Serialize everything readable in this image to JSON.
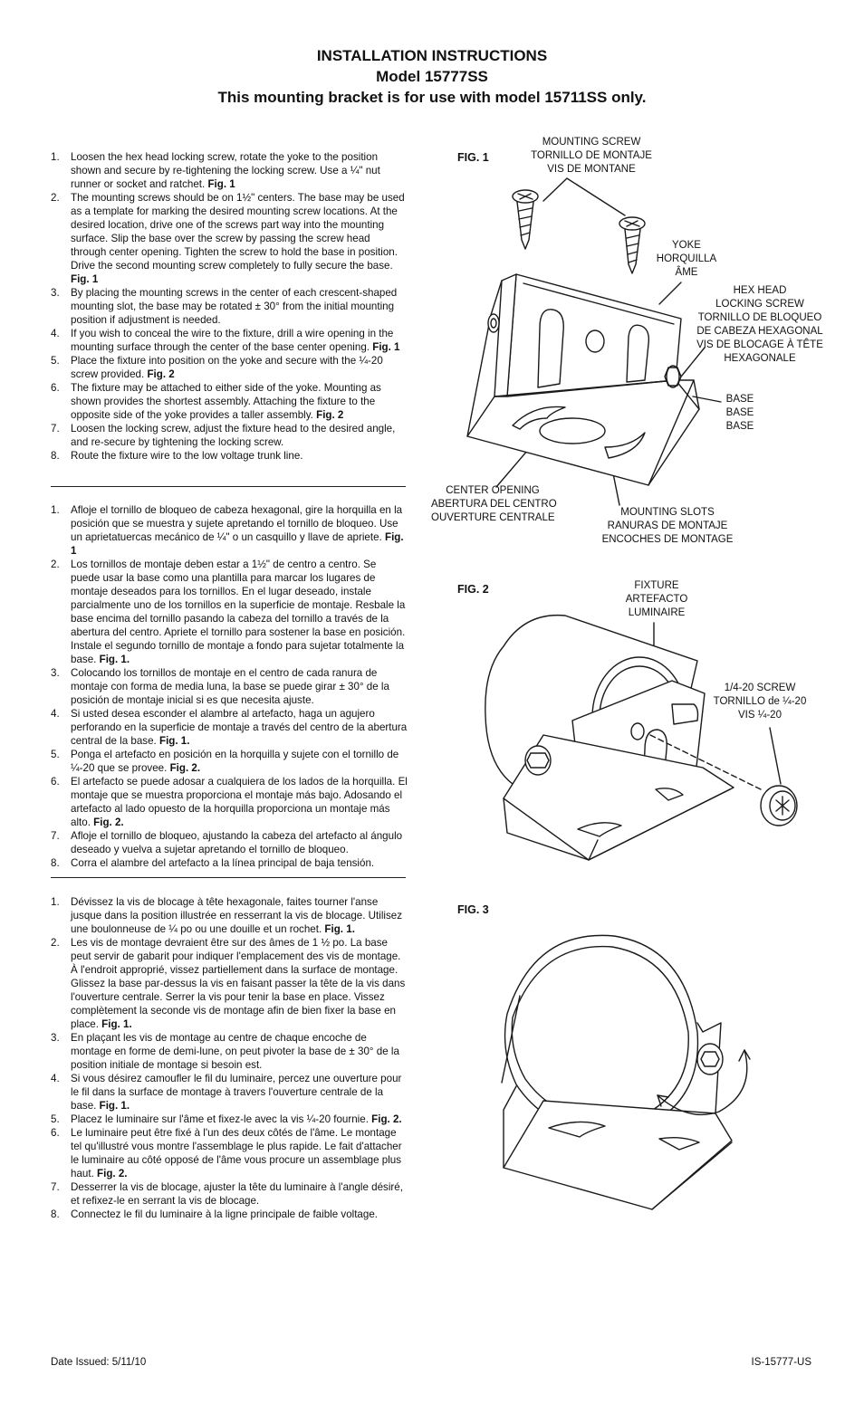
{
  "header": {
    "line1": "INSTALLATION INSTRUCTIONS",
    "line2": "Model 15777SS",
    "line3": "This mounting bracket is for use with model 15711SS only."
  },
  "english": [
    {
      "n": "1.",
      "text": "Loosen the hex head locking screw, rotate the yoke to the position shown and secure by re-tightening the locking screw. Use a ¼\" nut runner or socket and ratchet.",
      "ref": "Fig. 1"
    },
    {
      "n": "2.",
      "text": "The mounting screws should be on 1½\" centers. The base may be used as a template for marking the desired mounting screw locations. At the desired location, drive one of the screws part way into the mounting surface. Slip the base over the screw by passing the screw head through center opening. Tighten the screw to hold the base in position. Drive the second mounting screw completely to fully secure the base.",
      "ref": "Fig. 1"
    },
    {
      "n": "3.",
      "text": "By placing the mounting screws in the center of each crescent-shaped mounting slot, the base may be rotated ± 30° from the initial mounting position if adjustment is needed.",
      "ref": ""
    },
    {
      "n": "4.",
      "text": "If you wish to conceal the wire to the fixture, drill a wire opening in the mounting surface through the center of the base center opening.",
      "ref": "Fig. 1"
    },
    {
      "n": "5.",
      "text": "Place the fixture into position on the yoke and secure with the ¼-20 screw provided.",
      "ref": "Fig. 2"
    },
    {
      "n": "6.",
      "text": "The fixture may be attached to either side of the yoke. Mounting as shown provides the shortest assembly. Attaching the fixture to the opposite side of the yoke provides a taller assembly.",
      "ref": "Fig. 2"
    },
    {
      "n": "7.",
      "text": "Loosen the locking screw, adjust the fixture head to the desired angle, and re-secure by tightening the locking screw.",
      "ref": ""
    },
    {
      "n": "8.",
      "text": "Route the fixture wire to the low voltage trunk line.",
      "ref": ""
    }
  ],
  "spanish": [
    {
      "n": "1.",
      "text": "Afloje el tornillo de bloqueo de cabeza hexagonal, gire la horquilla en la posición que se muestra y sujete apretando el tornillo de bloqueo.  Use un aprietatuercas mecánico de ¼\" o un casquillo y llave de apriete.",
      "ref": "Fig. 1"
    },
    {
      "n": "2.",
      "text": "Los tornillos de montaje deben estar a 1½\" de centro a centro.  Se puede usar la base como una plantilla para marcar los lugares de montaje deseados para los tornillos.  En el lugar deseado, instale parcialmente uno de los tornillos en la superficie de montaje. Resbale la base encima del tornillo pasando la cabeza del tornillo a través de la abertura del centro.  Apriete el tornillo para sostener la base en posición.  Instale el segundo tornillo de montaje a fondo para sujetar totalmente la base.",
      "ref": "Fig. 1."
    },
    {
      "n": "3.",
      "text": "Colocando los tornillos de montaje en el centro de cada ranura de montaje con forma de media luna, la base se puede girar ± 30° de la posición de montaje inicial si es que necesita ajuste.",
      "ref": ""
    },
    {
      "n": "4.",
      "text": "Si usted desea esconder el alambre al artefacto, haga un agujero perforando en la superficie de montaje a través del centro de la abertura central de la base.",
      "ref": "Fig. 1."
    },
    {
      "n": "5.",
      "text": "Ponga el artefacto en posición en la horquilla y sujete con el tornillo de ¼-20 que se provee.",
      "ref": "Fig. 2."
    },
    {
      "n": "6.",
      "text": "El artefacto se puede adosar a cualquiera de los lados de la horquilla.  El montaje que se muestra proporciona el montaje más bajo.  Adosando el artefacto al lado opuesto de la horquilla proporciona un montaje más alto.",
      "ref": "Fig. 2."
    },
    {
      "n": "7.",
      "text": "Afloje el tornillo de bloqueo, ajustando la cabeza del artefacto al ángulo deseado y vuelva a sujetar apretando el tornillo de bloqueo.",
      "ref": ""
    },
    {
      "n": "8.",
      "text": "Corra el alambre del artefacto a la línea principal de baja tensión.",
      "ref": ""
    }
  ],
  "french": [
    {
      "n": "1.",
      "text": "Dévissez la vis de blocage à tête hexagonale, faites tourner l'anse jusque dans la position illustrée en resserrant la vis de blocage. Utilisez une boulonneuse de ¼ po ou une douille et un rochet.",
      "ref": "Fig. 1."
    },
    {
      "n": "2.",
      "text": "Les vis de montage devraient être sur des âmes de 1 ½ po. La base peut servir de gabarit pour indiquer l'emplacement des vis de montage. À l'endroit approprié, vissez partiellement dans la surface de montage. Glissez la base par-dessus la vis en faisant passer la tête de la vis dans l'ouverture centrale. Serrer la vis pour tenir la base en place. Vissez complètement la seconde vis de montage afin de bien fixer la base en place.",
      "ref": "Fig. 1."
    },
    {
      "n": "3.",
      "text": "En plaçant les vis de montage au centre de chaque encoche de montage en forme de demi-lune, on peut pivoter la base de ± 30° de la position initiale de montage si besoin est.",
      "ref": ""
    },
    {
      "n": "4.",
      "text": "Si vous désirez camoufler le fil du luminaire, percez une ouverture pour le fil dans la surface de montage à travers l'ouverture centrale de la base.",
      "ref": "Fig. 1."
    },
    {
      "n": "5.",
      "text": "Placez le luminaire sur l'âme et fixez-le avec la vis ¼-20 fournie.",
      "ref": "Fig. 2."
    },
    {
      "n": "6.",
      "text": "Le luminaire peut être fixé à l'un des deux côtés de l'âme. Le montage tel qu'illustré vous montre l'assemblage le plus rapide. Le fait d'attacher le luminaire au côté opposé de l'âme vous procure un assemblage plus haut.",
      "ref": "Fig. 2."
    },
    {
      "n": "7.",
      "text": "Desserrer la vis de blocage, ajuster la tête du luminaire à l'angle désiré, et refixez-le en serrant la vis de blocage.",
      "ref": ""
    },
    {
      "n": "8.",
      "text": "Connectez le fil du luminaire à la ligne principale de faible voltage.",
      "ref": ""
    }
  ],
  "figures": {
    "fig1": "FIG. 1",
    "fig2": "FIG. 2",
    "fig3": "FIG. 3"
  },
  "callouts": {
    "mounting_screw": "MOUNTING SCREW\nTORNILLO DE MONTAJE\nVIS DE MONTANE",
    "yoke": "YOKE\nHORQUILLA\nÂME",
    "hex_head": "HEX HEAD\nLOCKING SCREW\nTORNILLO DE BLOQUEO\nDE CABEZA HEXAGONAL\nVIS DE BLOCAGE À TÊTE\nHEXAGONALE",
    "base": "BASE\nBASE\nBASE",
    "center_opening": "CENTER OPENING\nABERTURA DEL CENTRO\nOUVERTURE CENTRALE",
    "mounting_slots": "MOUNTING SLOTS\nRANURAS DE MONTAJE\nENCOCHES DE MONTAGE",
    "fixture": "FIXTURE\nARTEFACTO\nLUMINAIRE",
    "screw_1420": "1/4-20 SCREW\nTORNILLO de ¼-20\nVIS ¼-20"
  },
  "footer": {
    "date": "Date Issued: 5/11/10",
    "doc_id": "IS-15777-US"
  }
}
